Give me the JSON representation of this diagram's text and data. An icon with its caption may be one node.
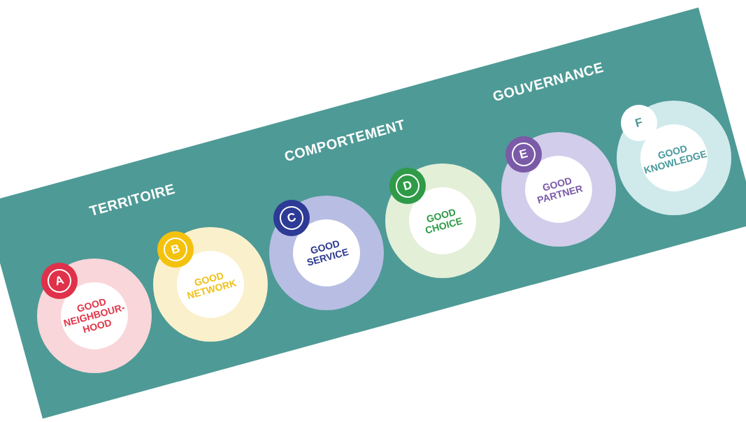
{
  "diagram": {
    "nodes": [
      {
        "text": [
          "A"
        ],
        "in": 1
      },
      {
        "text": [
          "GOOD NEIGHBOUR-HOOD"
        ]
      },
      {
        "text": [
          "B"
        ],
        "in": 3
      },
      {
        "text": [
          "GOOD NETWORK"
        ]
      },
      {
        "text": [
          "C"
        ],
        "in": 5
      },
      {
        "text": [
          "GOOD SERVICE"
        ]
      },
      {
        "text": [
          "D"
        ],
        "in": 7
      },
      {
        "text": [
          "GOOD CHOICE"
        ]
      },
      {
        "text": [
          "E"
        ],
        "in": 9
      },
      {
        "text": [
          "GOOD PARTNER"
        ]
      },
      {
        "text": [
          "F"
        ],
        "in": 11
      },
      {
        "text": [
          "GOOD KNOWLEDGE"
        ]
      }
    ],
    "labels": [
      "TERRITOIRE",
      "COMPORTEMENT",
      "GOUVERNANCE"
    ]
  }
}
